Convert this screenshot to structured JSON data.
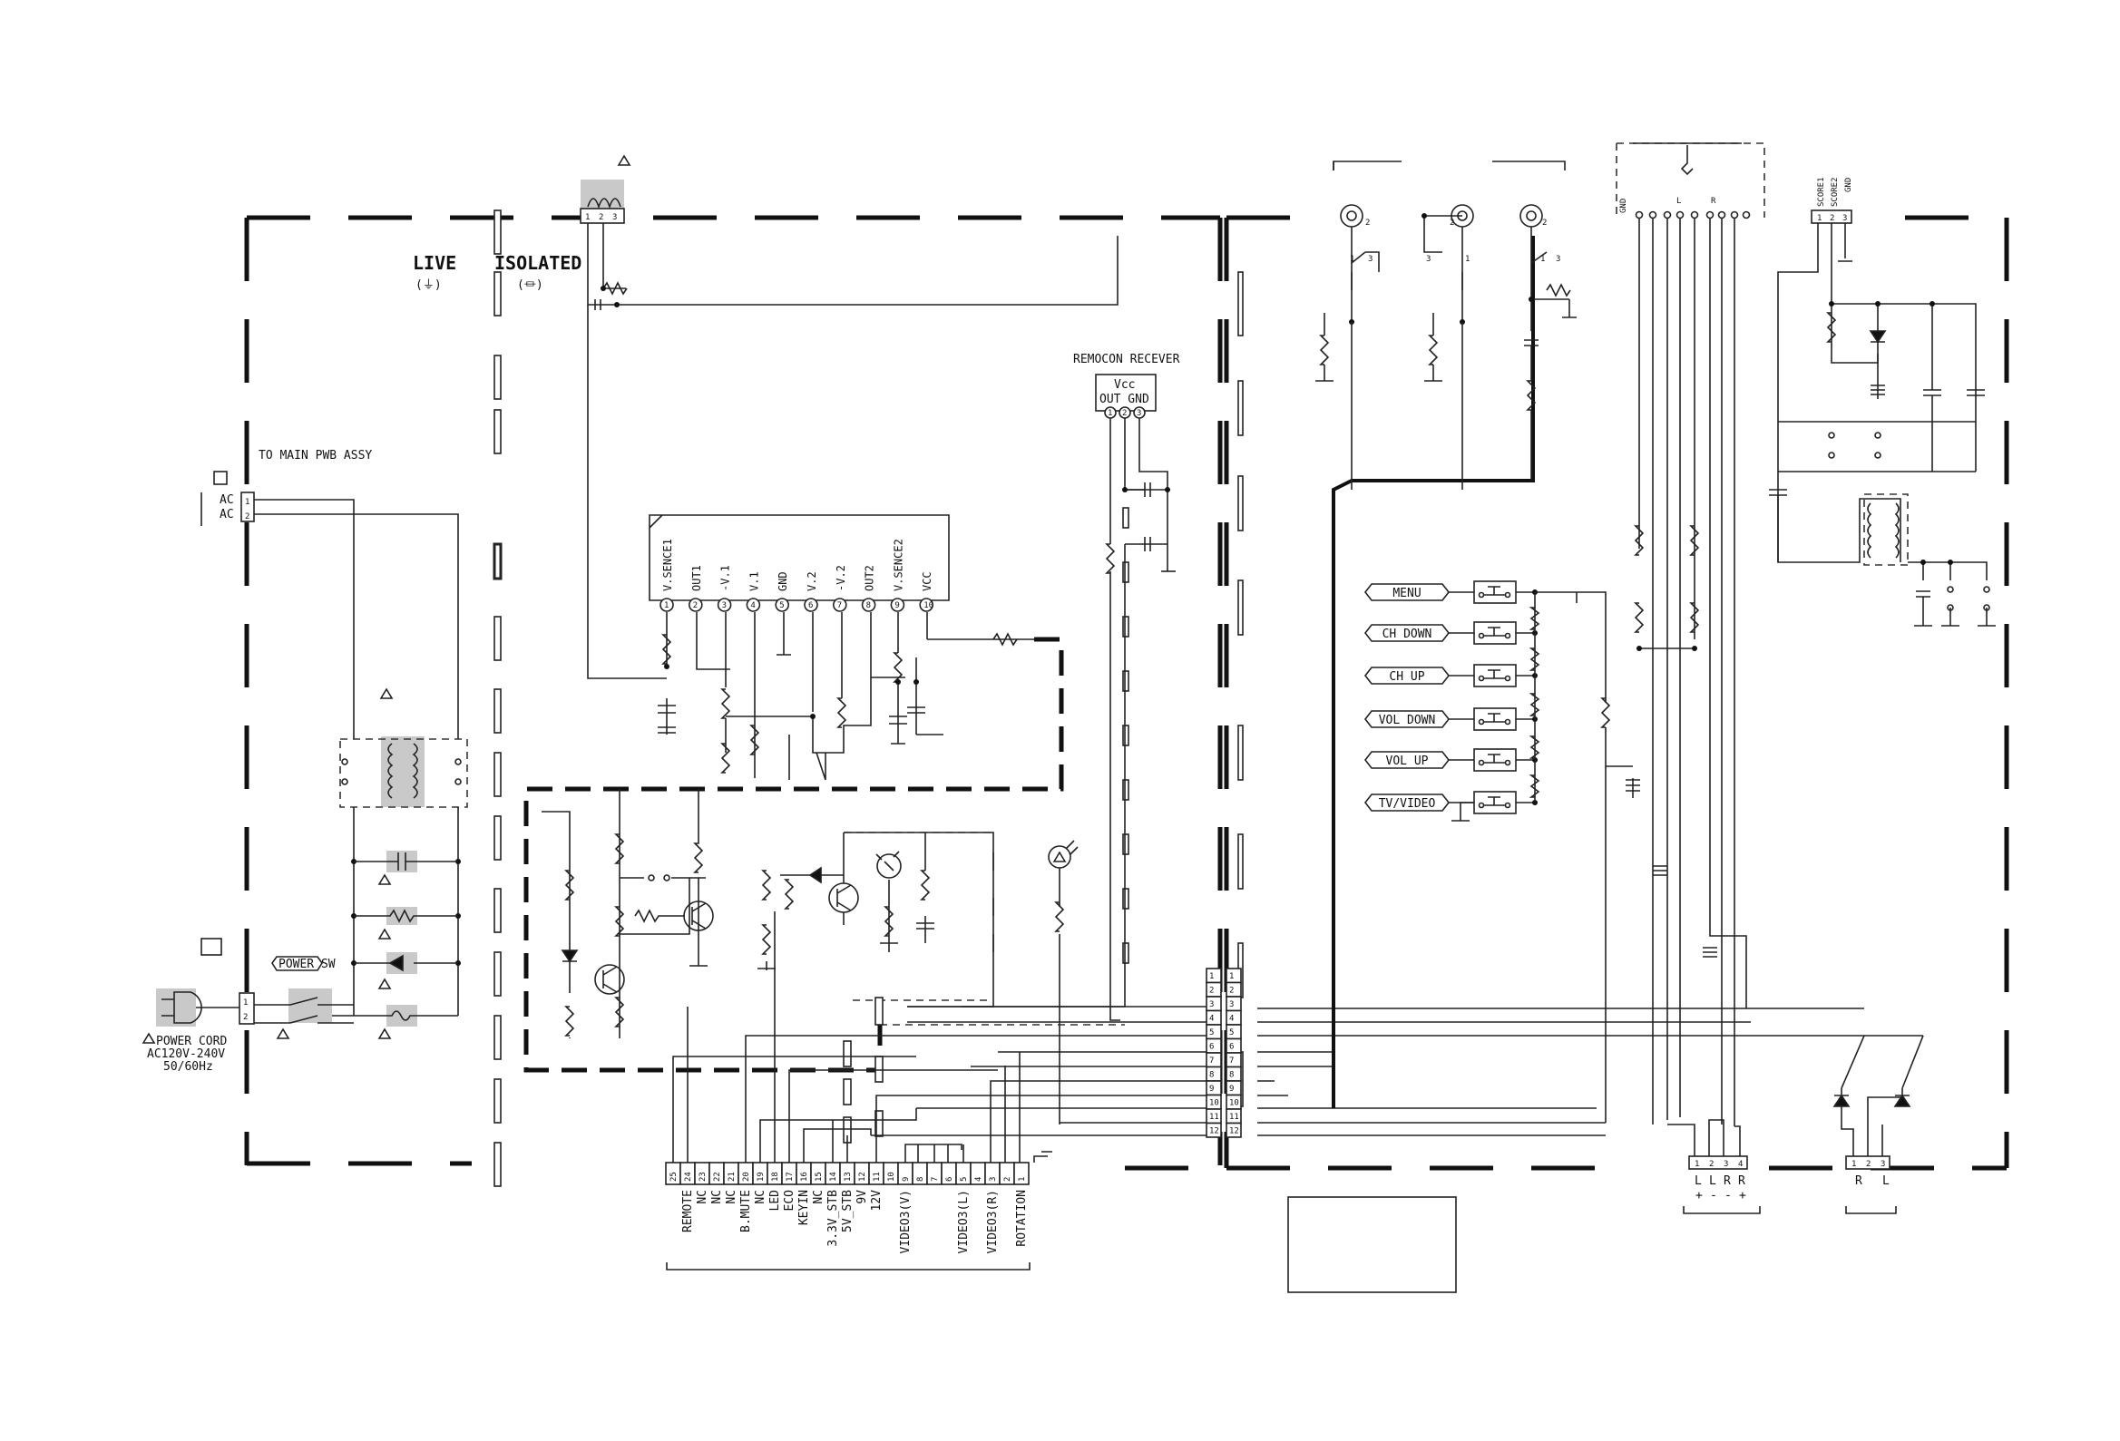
{
  "labels": {
    "live": "LIVE",
    "isolated": "ISOLATED",
    "live_sym": "(⏚)",
    "isolated_sym": "(⏛)",
    "to_main_pwb": "TO MAIN PWB ASSY",
    "ac_pin1": "AC",
    "ac_pin2": "AC",
    "power_sw": "POWER SW",
    "power_cord": "POWER CORD",
    "power_ac": "AC120V-240V",
    "power_hz": "50/60Hz",
    "remocon": "REMOCON RECEVER",
    "remocon_vcc": "Vcc",
    "remocon_pins": "OUT GND",
    "ic_pins": [
      "V.SENCE1",
      "OUT1",
      "-V.1",
      "V.1",
      "GND",
      "V.2",
      "-V.2",
      "OUT2",
      "V.SENCE2",
      "VCC"
    ],
    "buttons": [
      "MENU",
      "CH DOWN",
      "CH UP",
      "VOL DOWN",
      "VOL UP",
      "TV/VIDEO"
    ],
    "bottom_connector": [
      "REMOTE",
      "NC",
      "NC",
      "NC",
      "B.MUTE",
      "NC",
      "LED",
      "ECO",
      "KEYIN",
      "NC",
      "3.3V_STB",
      "5V_STB",
      "9V",
      "12V",
      "",
      "VIDEO3(V)",
      "",
      "",
      "",
      "VIDEO3(L)",
      "",
      "VIDEO3(R)",
      "",
      "ROTATION"
    ],
    "bottom_pin_numbers": [
      "25",
      "24",
      "23",
      "22",
      "21",
      "20",
      "19",
      "18",
      "17",
      "16",
      "15",
      "14",
      "13",
      "12",
      "11",
      "10",
      "9",
      "8",
      "7",
      "6",
      "5",
      "4",
      "3",
      "2",
      "1"
    ],
    "score_pins": [
      "SCORE1",
      "SCORE2",
      "GND"
    ],
    "top_right_gnd": "GND",
    "top_right_l": "L",
    "top_right_r": "R",
    "speaker_lr": [
      "L",
      "L",
      "R",
      "R"
    ],
    "speaker_pm": [
      "+",
      "-",
      "-",
      "+"
    ],
    "rl_out": [
      "R",
      "L"
    ]
  }
}
